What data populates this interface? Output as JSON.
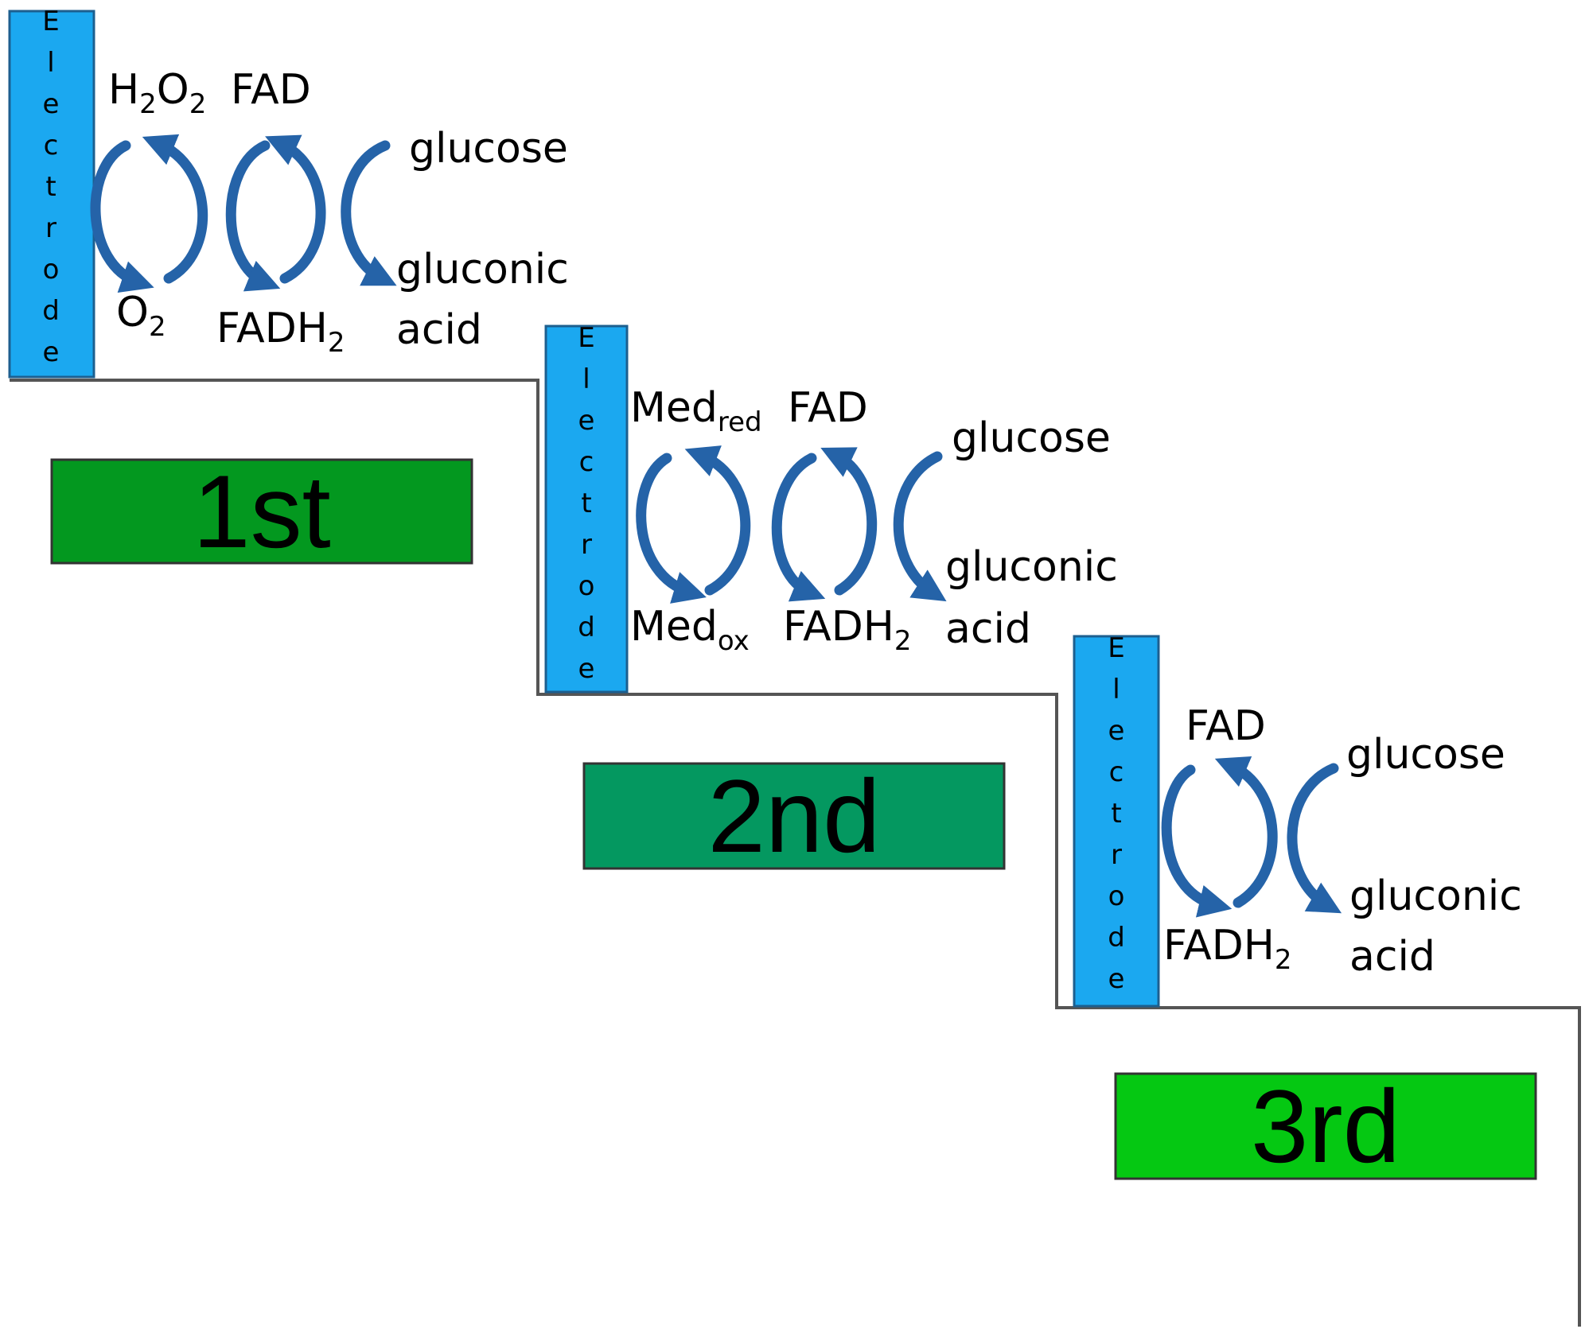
{
  "electrode_label": "Electrode",
  "colors": {
    "electrode": "#1ba8f0",
    "arrow": "#2563a8",
    "step_line": "#555555",
    "gen1": "#03981f",
    "gen2": "#049860",
    "gen3": "#05c812"
  },
  "generations": [
    {
      "label": "1st",
      "mediator": {
        "top": "H",
        "top_sub": "2",
        "top_rest": "O",
        "top_sub2": "2",
        "bottom": "O",
        "bottom_sub": "2"
      },
      "cofactor": {
        "top": "FAD",
        "bottom": "FADH",
        "bottom_sub": "2"
      },
      "substrate": {
        "top": "glucose",
        "bottom_line1": "gluconic",
        "bottom_line2": "acid"
      }
    },
    {
      "label": "2nd",
      "mediator": {
        "top": "Med",
        "top_sub": "red",
        "bottom": "Med",
        "bottom_sub": "ox"
      },
      "cofactor": {
        "top": "FAD",
        "bottom": "FADH",
        "bottom_sub": "2"
      },
      "substrate": {
        "top": "glucose",
        "bottom_line1": "gluconic",
        "bottom_line2": "acid"
      }
    },
    {
      "label": "3rd",
      "cofactor": {
        "top": "FAD",
        "bottom": "FADH",
        "bottom_sub": "2"
      },
      "substrate": {
        "top": "glucose",
        "bottom_line1": "gluconic",
        "bottom_line2": "acid"
      }
    }
  ]
}
